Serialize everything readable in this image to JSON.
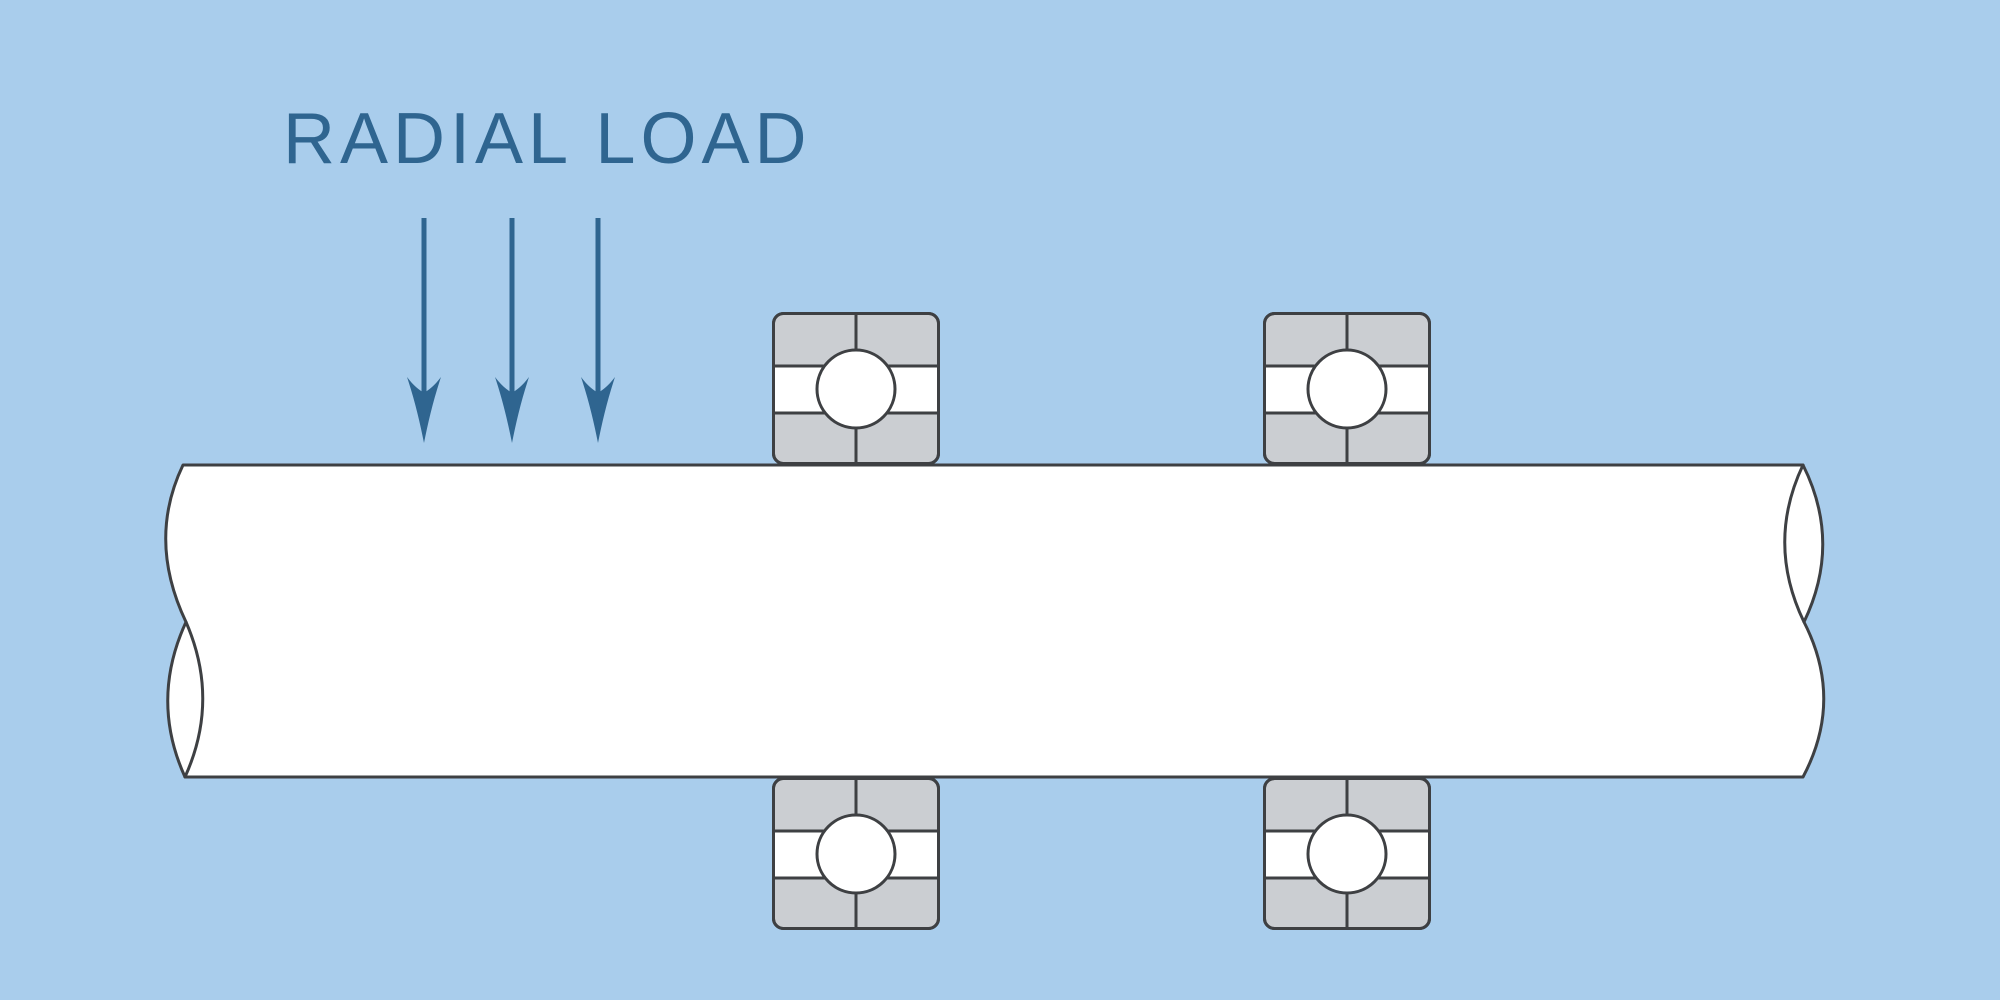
{
  "label": {
    "text": "RADIAL LOAD"
  },
  "colors": {
    "background": "#a9cdec",
    "accent": "#2f6590",
    "shaft": "#ffffff",
    "bearing": "#cbced2",
    "outline": "#3e4043"
  },
  "diagram": {
    "type": "technical-illustration",
    "load_arrow_count": 3,
    "load_direction": "down",
    "bearing_count": 4,
    "bearing_type": "ball-bearing",
    "shaft_style": "broken-shaft-ends"
  }
}
